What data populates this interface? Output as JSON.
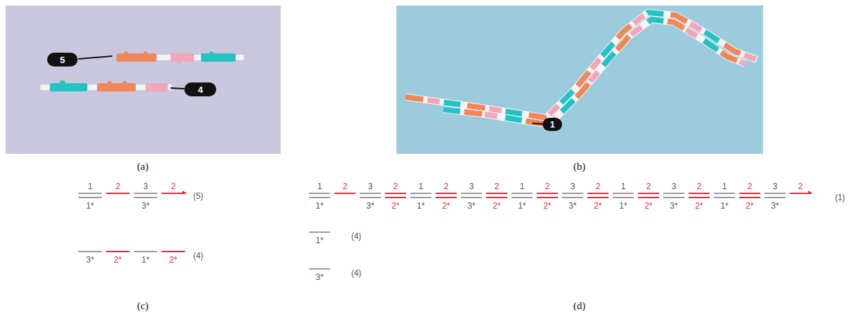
{
  "diagram": {
    "nodes": [
      {
        "text": [
          "5"
        ]
      },
      {
        "text": [
          "4"
        ]
      },
      {
        "text": [
          "1"
        ]
      }
    ],
    "labels": [
      "(a)",
      "(b)",
      "(c)",
      "(d)",
      "1",
      "2",
      "3",
      "2",
      "1*",
      "3*",
      "(5)",
      "3*",
      "2*",
      "1*",
      "2*",
      "(4)",
      "1",
      "2",
      "3",
      "2",
      "1",
      "2",
      "3",
      "2",
      "1",
      "2",
      "3",
      "2",
      "1",
      "2",
      "3",
      "2",
      "1",
      "2",
      "3",
      "2",
      "1*",
      "3*",
      "2*",
      "1*",
      "2*",
      "3*",
      "2*",
      "1*",
      "2*",
      "3*",
      "2*",
      "1*",
      "2*",
      "3*",
      "2*",
      "1*",
      "2*",
      "3*",
      "(1)",
      "1*",
      "(4)",
      "3*",
      "(4)"
    ]
  }
}
